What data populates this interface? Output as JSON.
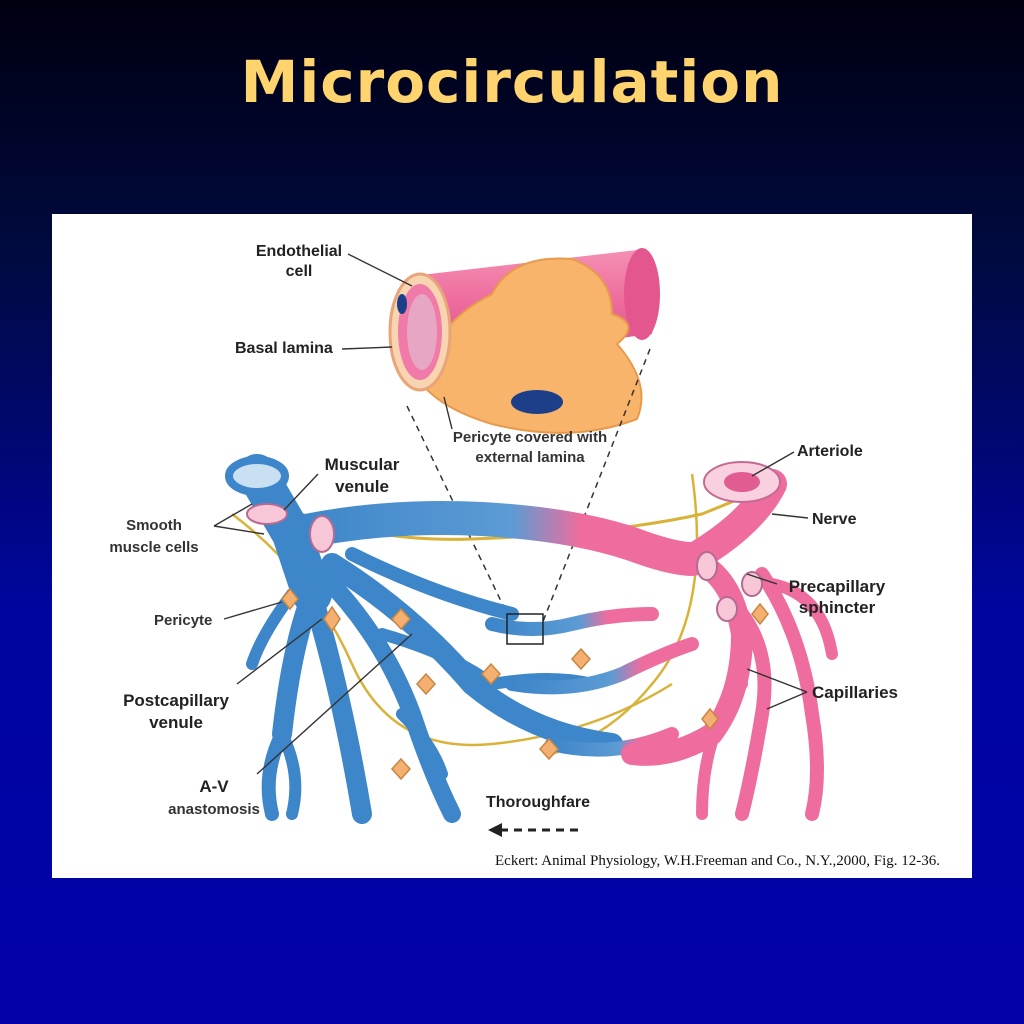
{
  "slide": {
    "title": "Microcirculation"
  },
  "labels": {
    "endothelial_line1": "Endothelial",
    "endothelial_line2": "cell",
    "basal_lamina": "Basal lamina",
    "pericyte_covered_line1": "Pericyte covered with",
    "pericyte_covered_line2": "external lamina",
    "muscular_venule_line1": "Muscular",
    "muscular_venule_line2": "venule",
    "smooth_muscle_line1": "Smooth",
    "smooth_muscle_line2": "muscle cells",
    "pericyte": "Pericyte",
    "postcapillary_line1": "Postcapillary",
    "postcapillary_line2": "venule",
    "av_line1": "A-V",
    "av_line2": "anastomosis",
    "arteriole": "Arteriole",
    "nerve": "Nerve",
    "precapillary_line1": "Precapillary",
    "precapillary_line2": "sphincter",
    "capillaries": "Capillaries",
    "thoroughfare": "Thoroughfare"
  },
  "citation": "Eckert: Animal Physiology, W.H.Freeman and Co., N.Y.,2000, Fig. 12-36.",
  "colors": {
    "vein": "#3d86c9",
    "artery": "#ee6d9e",
    "pericyte": "#f4b070",
    "nerve": "#d9b23a",
    "title": "#ffd36e"
  }
}
